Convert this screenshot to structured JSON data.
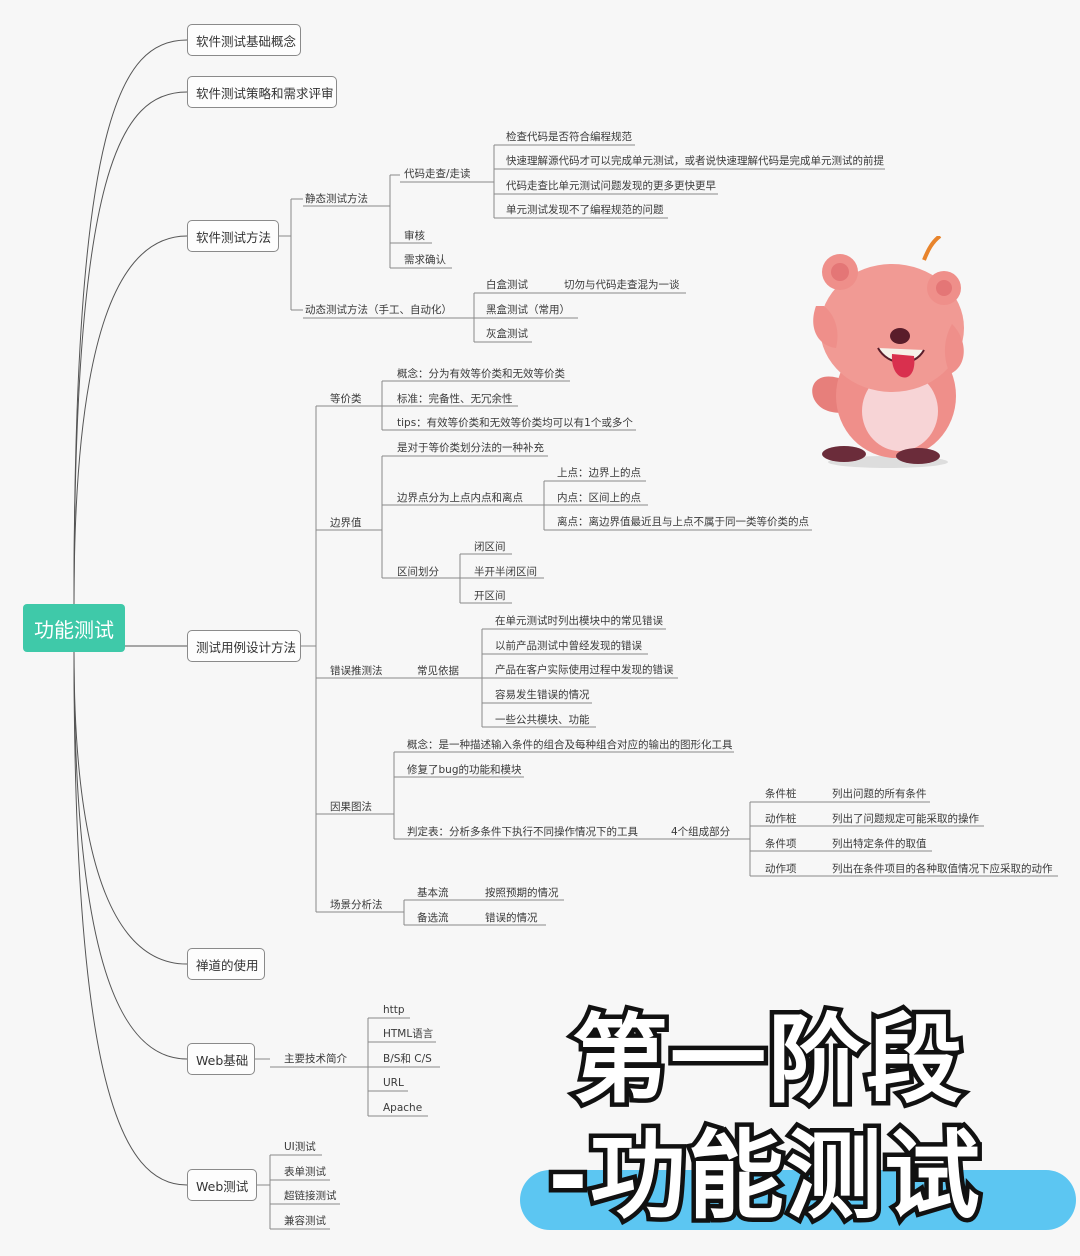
{
  "root": "功能测试",
  "branches": {
    "b1": "软件测试基础概念",
    "b2": "软件测试策略和需求评审",
    "b3": "软件测试方法",
    "b4": "测试用例设计方法",
    "b5": "禅道的使用",
    "b6": "Web基础",
    "b7": "Web测试"
  },
  "method": {
    "static": "静态测试方法",
    "walkthrough": "代码走查/走读",
    "w1": "检查代码是否符合编程规范",
    "w2": "快速理解源代码才可以完成单元测试，或者说快速理解代码是完成单元测试的前提",
    "w3": "代码走查比单元测试问题发现的更多更快更早",
    "w4": "单元测试发现不了编程规范的问题",
    "review": "审核",
    "req_confirm": "需求确认",
    "dynamic": "动态测试方法（手工、自动化）",
    "white": "白盒测试",
    "white_note": "切勿与代码走查混为一谈",
    "black": "黑盒测试（常用）",
    "gray": "灰盒测试"
  },
  "design": {
    "equiv": "等价类",
    "eq1": "概念：分为有效等价类和无效等价类",
    "eq2": "标准：完备性、无冗余性",
    "eq3": "tips：有效等价类和无效等价类均可以有1个或多个",
    "boundary": "边界值",
    "bd1": "是对于等价类划分法的一种补充",
    "bd2": "边界点分为上点内点和离点",
    "pt_up": "上点：边界上的点",
    "pt_in": "内点：区间上的点",
    "pt_off": "离点：离边界值最近且与上点不属于同一类等价类的点",
    "interval": "区间划分",
    "iv1": "闭区间",
    "iv2": "半开半闭区间",
    "iv3": "开区间",
    "guess": "错误推测法",
    "basis": "常见依据",
    "g1": "在单元测试时列出模块中的常见错误",
    "g2": "以前产品测试中曾经发现的错误",
    "g3": "产品在客户实际使用过程中发现的错误",
    "g4": "容易发生错误的情况",
    "g5": "一些公共模块、功能",
    "cause": "因果图法",
    "c1": "概念：是一种描述输入条件的组合及每种组合对应的输出的图形化工具",
    "c2": "修复了bug的功能和模块",
    "c3": "判定表：分析多条件下执行不同操作情况下的工具",
    "c3_parts": "4个组成部分",
    "p1": "条件桩",
    "p1d": "列出问题的所有条件",
    "p2": "动作桩",
    "p2d": "列出了问题规定可能采取的操作",
    "p3": "条件项",
    "p3d": "列出特定条件的取值",
    "p4": "动作项",
    "p4d": "列出在条件项目的各种取值情况下应采取的动作",
    "scene": "场景分析法",
    "s1": "基本流",
    "s1d": "按照预期的情况",
    "s2": "备选流",
    "s2d": "错误的情况"
  },
  "web": {
    "tech": "主要技术简介",
    "w1": "http",
    "w2": "HTML语言",
    "w3": "B/S和 C/S",
    "w4": "URL",
    "w5": "Apache",
    "t1": "UI测试",
    "t2": "表单测试",
    "t3": "超链接测试",
    "t4": "兼容测试"
  },
  "title_line1": "第一阶段",
  "title_line2": "-功能测试",
  "colors": {
    "root": "#3fc9a9",
    "band": "#5cc6f2",
    "mascot": "#ef8f8a"
  }
}
